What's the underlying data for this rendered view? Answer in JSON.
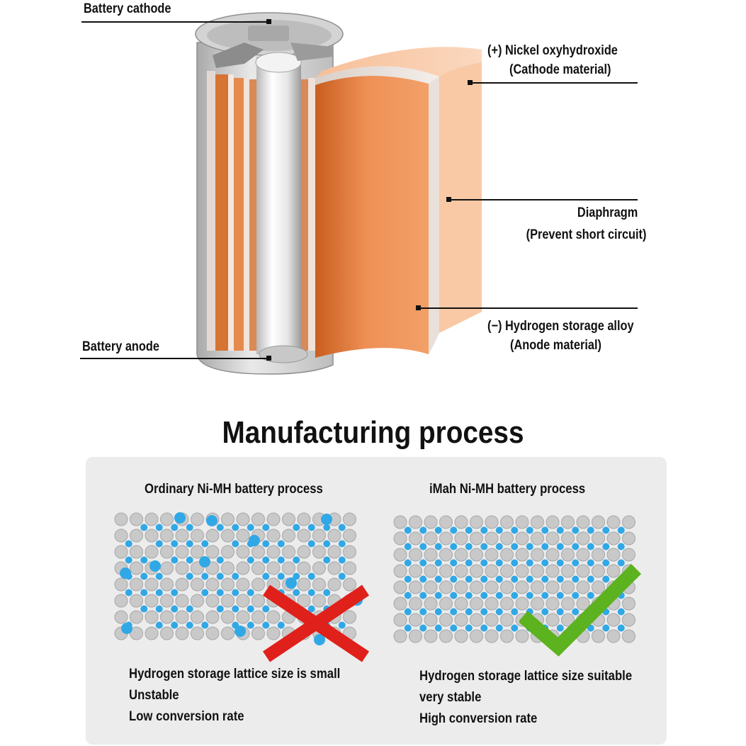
{
  "diagram": {
    "labels": {
      "battery_cathode": "Battery cathode",
      "battery_anode": "Battery anode",
      "nickel_line1": "(+) Nickel oxyhydroxide",
      "nickel_line2": "(Cathode material)",
      "diaphragm_line1": "Diaphragm",
      "diaphragm_line2": "(Prevent short circuit)",
      "hydrogen_line1": "(−)  Hydrogen storage alloy",
      "hydrogen_line2": "(Anode material)"
    }
  },
  "section_title": "Manufacturing process",
  "comparison": {
    "ordinary": {
      "title": "Ordinary Ni-MH battery process",
      "lines": [
        "Hydrogen storage lattice size is small",
        "Unstable",
        "Low conversion rate"
      ],
      "verdict_icon": "red-cross-icon",
      "verdict_color": "#e0201b"
    },
    "imah": {
      "title": "iMah Ni-MH battery process",
      "lines": [
        "Hydrogen storage lattice size suitable",
        "very stable",
        "High conversion rate"
      ],
      "verdict_icon": "green-check-icon",
      "verdict_color": "#5cb21f"
    }
  },
  "colors": {
    "anode_material": "#e98a4c",
    "cathode_material": "#f8c9a8",
    "hydrogen_atom": "#31a8e6",
    "lattice_atom": "#c9c9c9",
    "panel_background": "#ececec"
  }
}
